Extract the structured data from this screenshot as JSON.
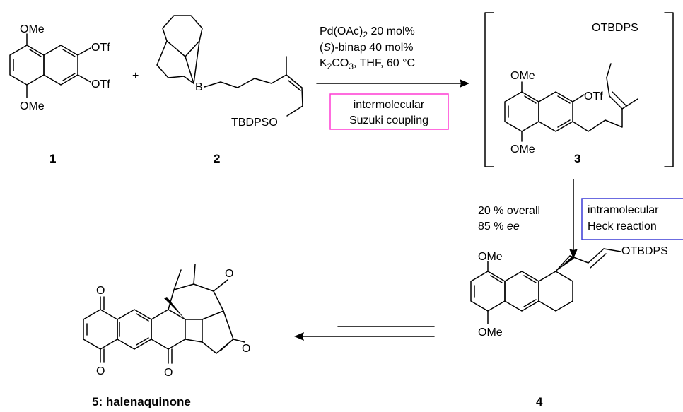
{
  "compounds": {
    "c1": {
      "number": "1",
      "labels": {
        "ome_top": "OMe",
        "otf_1": "OTf",
        "otf_2": "OTf",
        "ome_bottom": "OMe"
      }
    },
    "plus": "+",
    "c2": {
      "number": "2",
      "labels": {
        "boron": "B",
        "tbdpso": "TBDPSO"
      }
    },
    "c3": {
      "number": "3",
      "labels": {
        "otbdps": "OTBDPS",
        "ome_top": "OMe",
        "otf": "OTf",
        "ome_bottom": "OMe"
      }
    },
    "c4": {
      "number": "4",
      "labels": {
        "ome_top": "OMe",
        "otbdps": "OTBDPS",
        "ome_bottom": "OMe"
      }
    },
    "c5": {
      "name": "5: halenaquinone",
      "labels": {
        "o1": "O",
        "o2": "O",
        "o3": "O",
        "o4": "O",
        "o_furan": "O"
      }
    }
  },
  "step1": {
    "line1_pre": "Pd(OAc)",
    "line1_sub": "2",
    "line1_post": " 20 mol%",
    "line2_paren_open": "(",
    "line2_s": "S",
    "line2_post": ")-binap 40 mol%",
    "line3_pre": "K",
    "line3_sub1": "2",
    "line3_mid": "CO",
    "line3_sub2": "3",
    "line3_post": ", THF, 60 °C",
    "box_line1": "intermolecular",
    "box_line2": "Suzuki coupling",
    "box_color": "#ff3bd4"
  },
  "step2": {
    "yield": "20 % overall",
    "ee_value": "85 % ",
    "ee_italic": "ee",
    "box_line1": "intramolecular",
    "box_line2": "Heck reaction",
    "box_color": "#3a3ad6"
  }
}
